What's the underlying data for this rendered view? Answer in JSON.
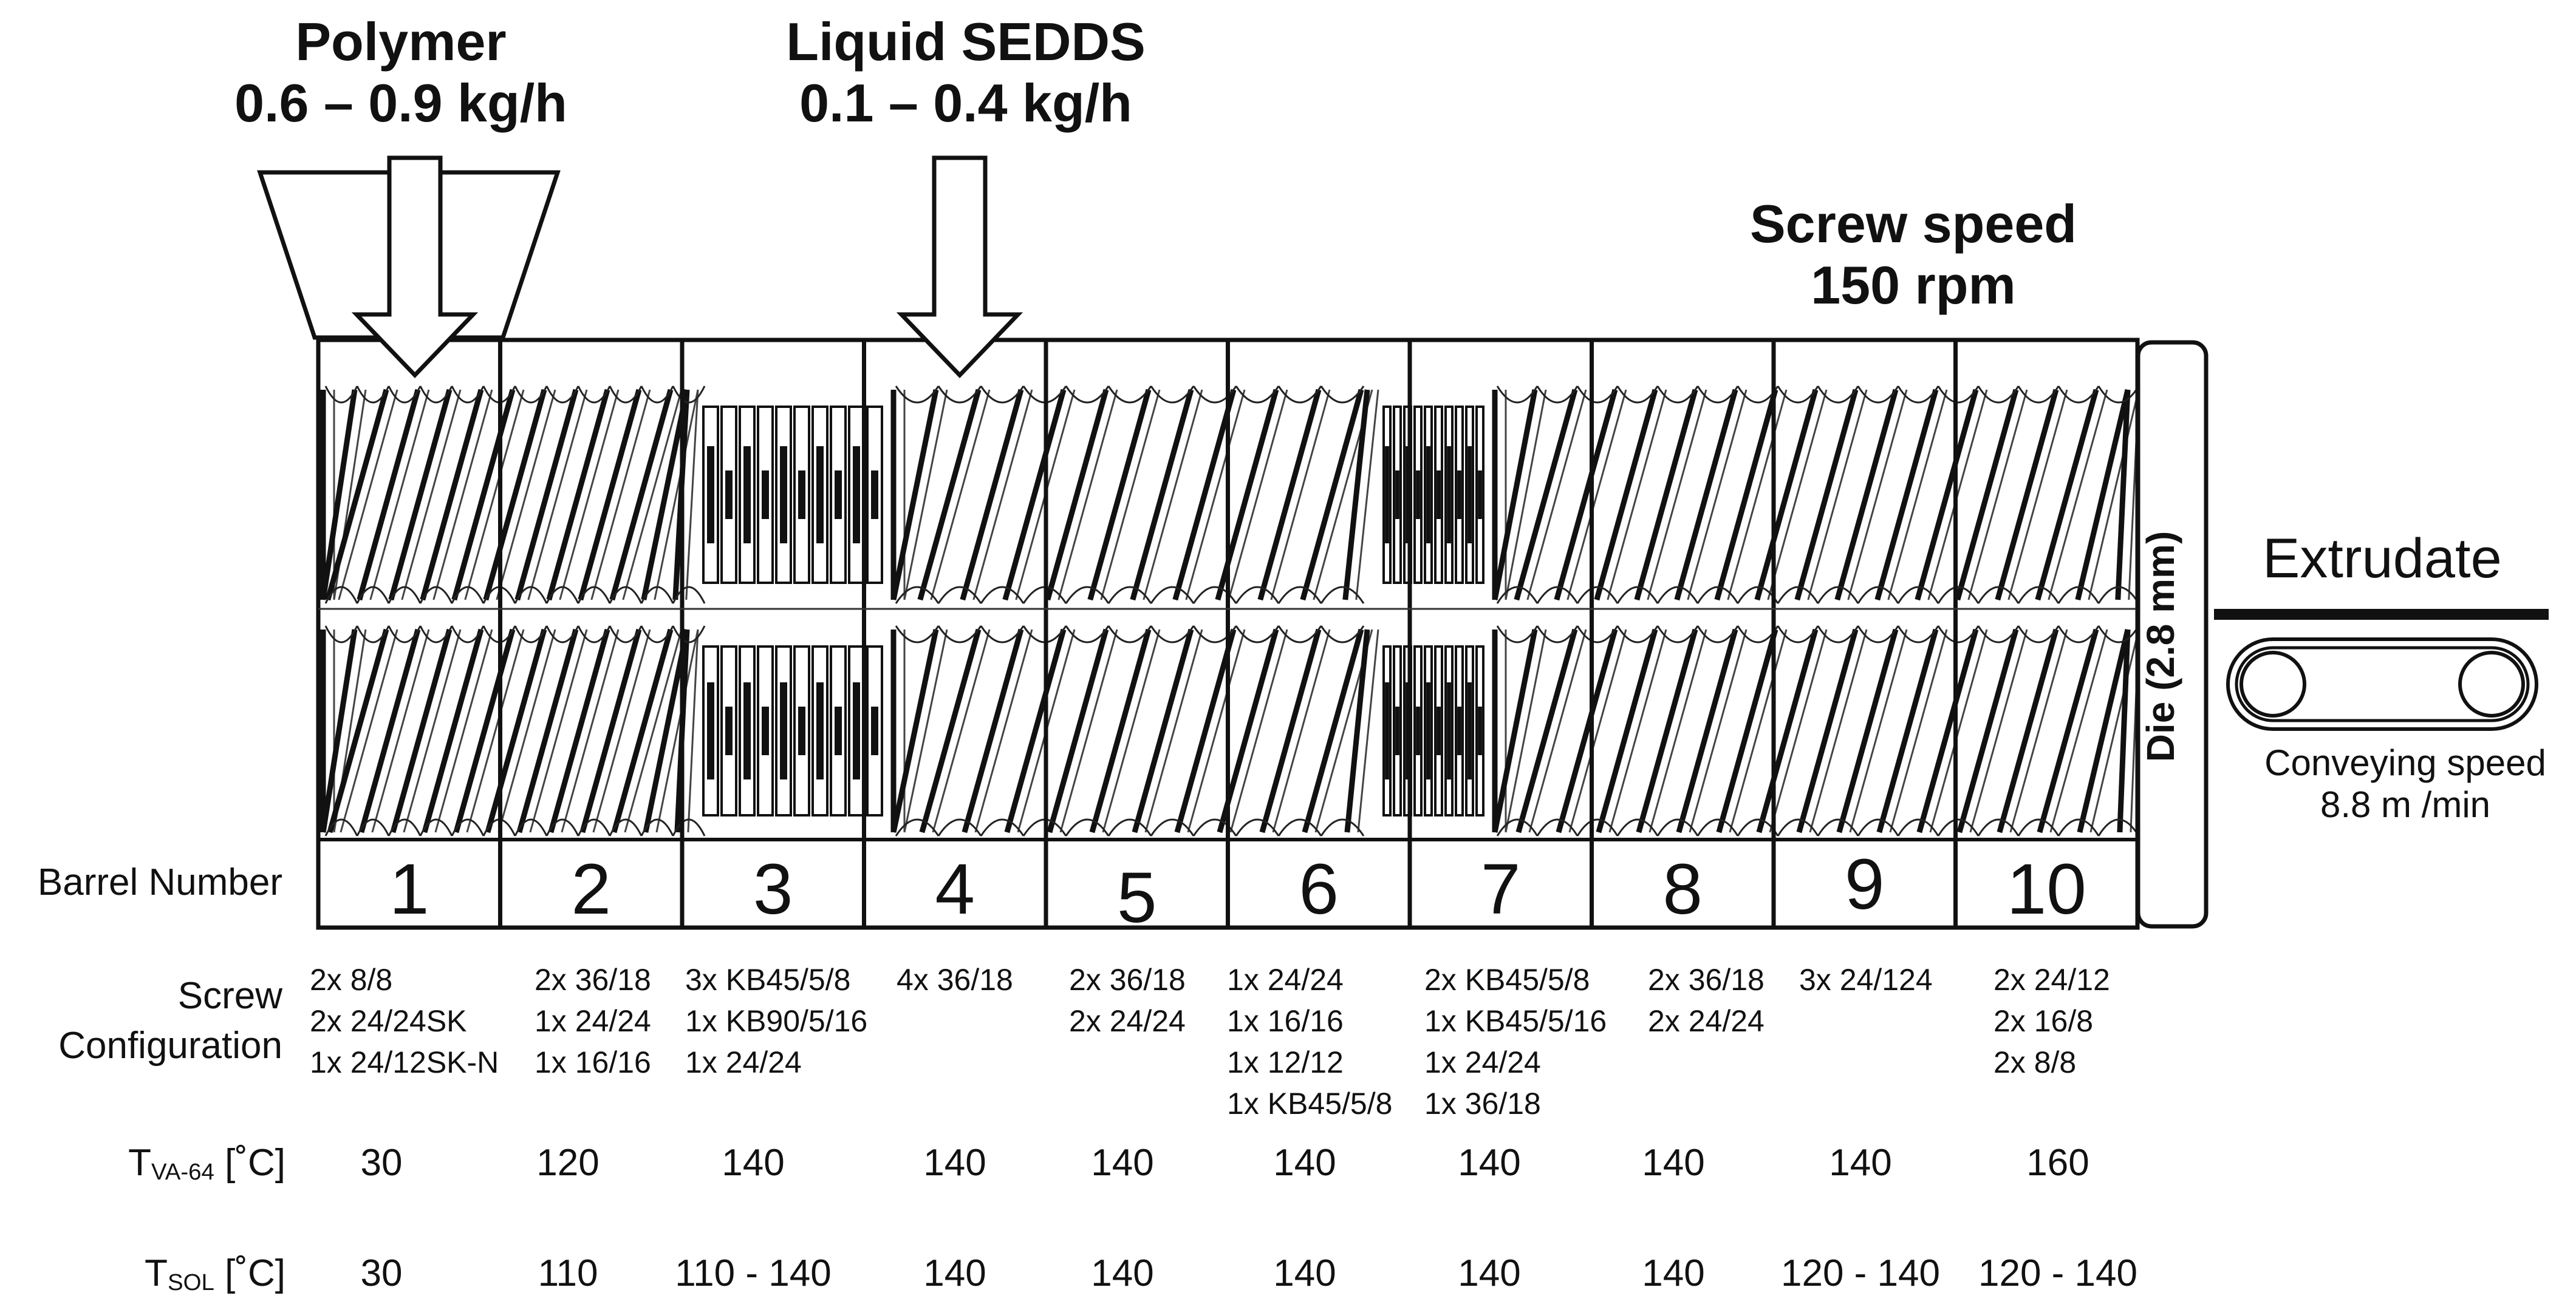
{
  "feeds": [
    {
      "label": "Polymer",
      "rate": "0.6 – 0.9 kg/h"
    },
    {
      "label": "Liquid SEDDS",
      "rate": "0.1 – 0.4 kg/h"
    }
  ],
  "screw_speed": {
    "label": "Screw speed",
    "value": "150 rpm"
  },
  "die": {
    "label": "Die (2.8 mm)"
  },
  "extrudate": {
    "label": "Extrudate",
    "conveying_label": "Conveying speed",
    "conveying_value": "8.8 m /min"
  },
  "row_labels": {
    "barrel_number": "Barrel Number",
    "screw_line1": "Screw",
    "screw_line2": "Configuration",
    "tva_main": "T",
    "tva_sub": "VA-64",
    "tva_unit": " [˚C]",
    "tsol_main": "T",
    "tsol_sub": "SOL",
    "tsol_unit": " [˚C]"
  },
  "barrels": [
    {
      "number": "1",
      "config": [
        "2x 8/8",
        "2x 24/24SK",
        "1x 24/12SK-N"
      ],
      "t_va64": "30",
      "t_sol": "30"
    },
    {
      "number": "2",
      "config": [
        "2x 36/18",
        "1x 24/24",
        "1x 16/16"
      ],
      "t_va64": "120",
      "t_sol": "110"
    },
    {
      "number": "3",
      "config": [
        "3x KB45/5/8",
        "1x KB90/5/16",
        "1x 24/24"
      ],
      "t_va64": "140",
      "t_sol": "110 - 140"
    },
    {
      "number": "4",
      "config": [
        "4x 36/18"
      ],
      "t_va64": "140",
      "t_sol": "140"
    },
    {
      "number": "5",
      "config": [
        "2x 36/18",
        "2x 24/24"
      ],
      "t_va64": "140",
      "t_sol": "140"
    },
    {
      "number": "6",
      "config": [
        "1x 24/24",
        "1x 16/16",
        "1x 12/12",
        "1x KB45/5/8"
      ],
      "t_va64": "140",
      "t_sol": "140"
    },
    {
      "number": "7",
      "config": [
        "2x KB45/5/8",
        "1x KB45/5/16",
        "1x 24/24",
        "1x 36/18"
      ],
      "t_va64": "140",
      "t_sol": "140"
    },
    {
      "number": "8",
      "config": [
        "2x 36/18",
        "2x 24/24"
      ],
      "t_va64": "140",
      "t_sol": "140"
    },
    {
      "number": "9",
      "config": [
        "3x 24/124"
      ],
      "t_va64": "140",
      "t_sol": "120 - 140"
    },
    {
      "number": "10",
      "config": [
        "2x 24/12",
        "2x 16/8",
        "2x 8/8"
      ],
      "t_va64": "160",
      "t_sol": "120 - 140"
    }
  ]
}
